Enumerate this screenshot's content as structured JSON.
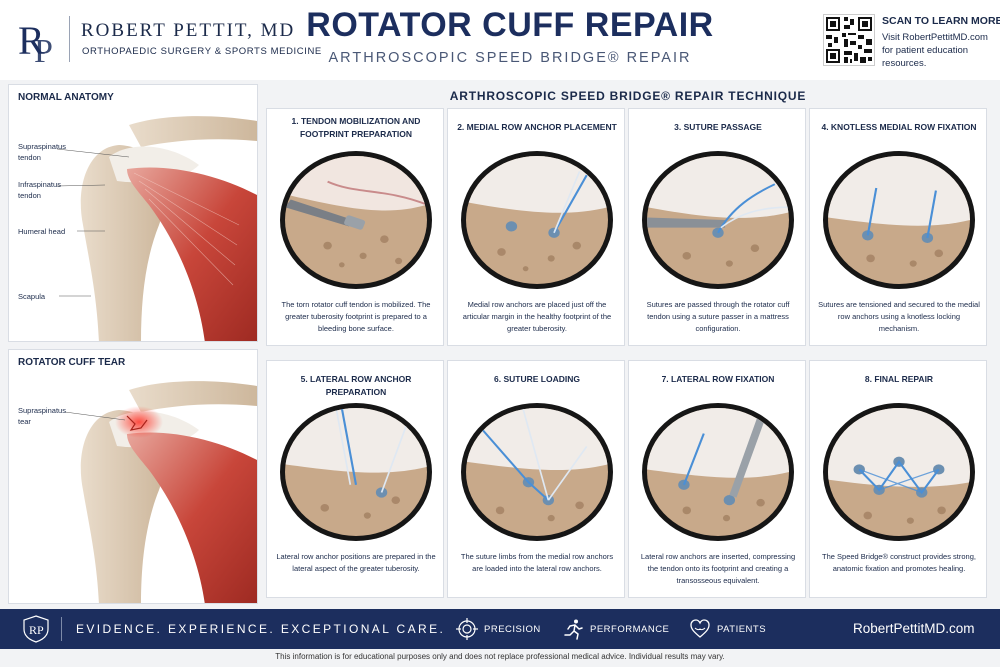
{
  "brand": {
    "monogram": "RP",
    "name": "ROBERT PETTIT, MD",
    "subtitle": "ORTHOPAEDIC SURGERY & SPORTS MEDICINE"
  },
  "header": {
    "title": "ROTATOR CUFF REPAIR",
    "subtitle": "ARTHROSCOPIC SPEED BRIDGE® REPAIR"
  },
  "qr": {
    "title": "SCAN TO LEARN MORE",
    "text": "Visit RobertPettitMD.com for patient education resources."
  },
  "normal_anatomy": {
    "title": "NORMAL ANATOMY",
    "labels": [
      "Supraspinatus tendon",
      "Infraspinatus tendon",
      "Humeral head",
      "Scapula"
    ]
  },
  "tear_anatomy": {
    "title": "ROTATOR CUFF TEAR",
    "labels": [
      "Supraspinatus tear"
    ]
  },
  "technique": {
    "title": "ARTHROSCOPIC SPEED BRIDGE® REPAIR TECHNIQUE",
    "steps": [
      {
        "title": "1. TENDON MOBILIZATION AND FOOTPRINT PREPARATION",
        "desc": "The torn rotator cuff tendon is mobilized. The greater tuberosity footprint is prepared to a bleeding bone surface."
      },
      {
        "title": "2. MEDIAL ROW ANCHOR PLACEMENT",
        "desc": "Medial row anchors are placed just off the articular margin in the healthy footprint of the greater tuberosity."
      },
      {
        "title": "3. SUTURE PASSAGE",
        "desc": "Sutures are passed through the rotator cuff tendon using a suture passer in a mattress configuration."
      },
      {
        "title": "4. KNOTLESS MEDIAL ROW FIXATION",
        "desc": "Sutures are tensioned and secured to the medial row anchors using a knotless locking mechanism."
      },
      {
        "title": "5. LATERAL ROW ANCHOR PREPARATION",
        "desc": "Lateral row anchor positions are prepared in the lateral aspect of the greater tuberosity."
      },
      {
        "title": "6. SUTURE LOADING",
        "desc": "The suture limbs from the medial row anchors are loaded into the lateral row anchors."
      },
      {
        "title": "7. LATERAL ROW FIXATION",
        "desc": "Lateral row anchors are inserted, compressing the tendon onto its footprint and creating a transosseous equivalent."
      },
      {
        "title": "8. FINAL REPAIR",
        "desc": "The Speed Bridge® construct provides strong, anatomic fixation and promotes healing."
      }
    ]
  },
  "footer": {
    "slogan": "EVIDENCE.  EXPERIENCE.  EXCEPTIONAL CARE.",
    "items": [
      {
        "icon": "target-icon",
        "label": "PRECISION"
      },
      {
        "icon": "runner-icon",
        "label": "PERFORMANCE"
      },
      {
        "icon": "heart-hands-icon",
        "label": "PATIENTS"
      }
    ],
    "url": "RobertPettitMD.com",
    "disclaimer": "This information is for educational purposes only and does not replace professional medical advice.  Individual results may vary."
  },
  "colors": {
    "navy": "#1c2e5e",
    "suture_blue": "#4a8fd6",
    "muscle_red": "#c0392b",
    "bone": "#d8c2a0"
  }
}
